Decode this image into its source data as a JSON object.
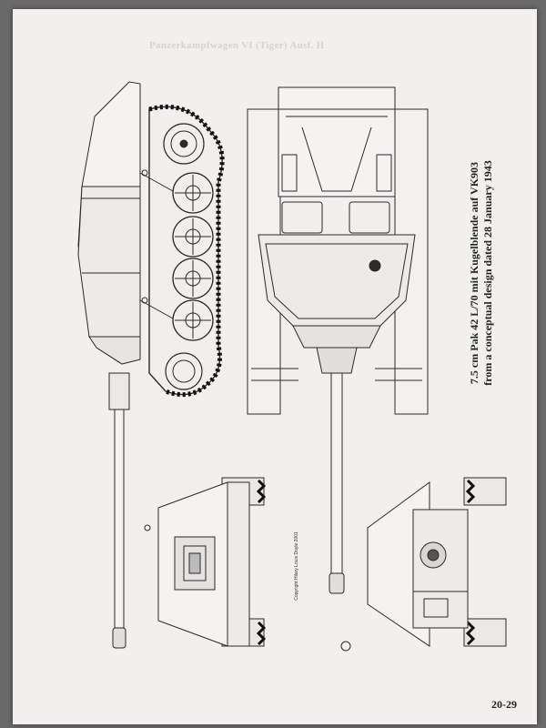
{
  "page": {
    "faded_header": "Panzerkampfwagen VI (Tiger) Ausf. H",
    "caption_line1": "7.5 cm Pak 42 L/70 mit Kugelblende auf VK903",
    "caption_line2": "from a conceptual design dated 28 January 1943",
    "copyright": "Copyright Hilary Louis Doyle 2001",
    "page_number": "20-29"
  }
}
